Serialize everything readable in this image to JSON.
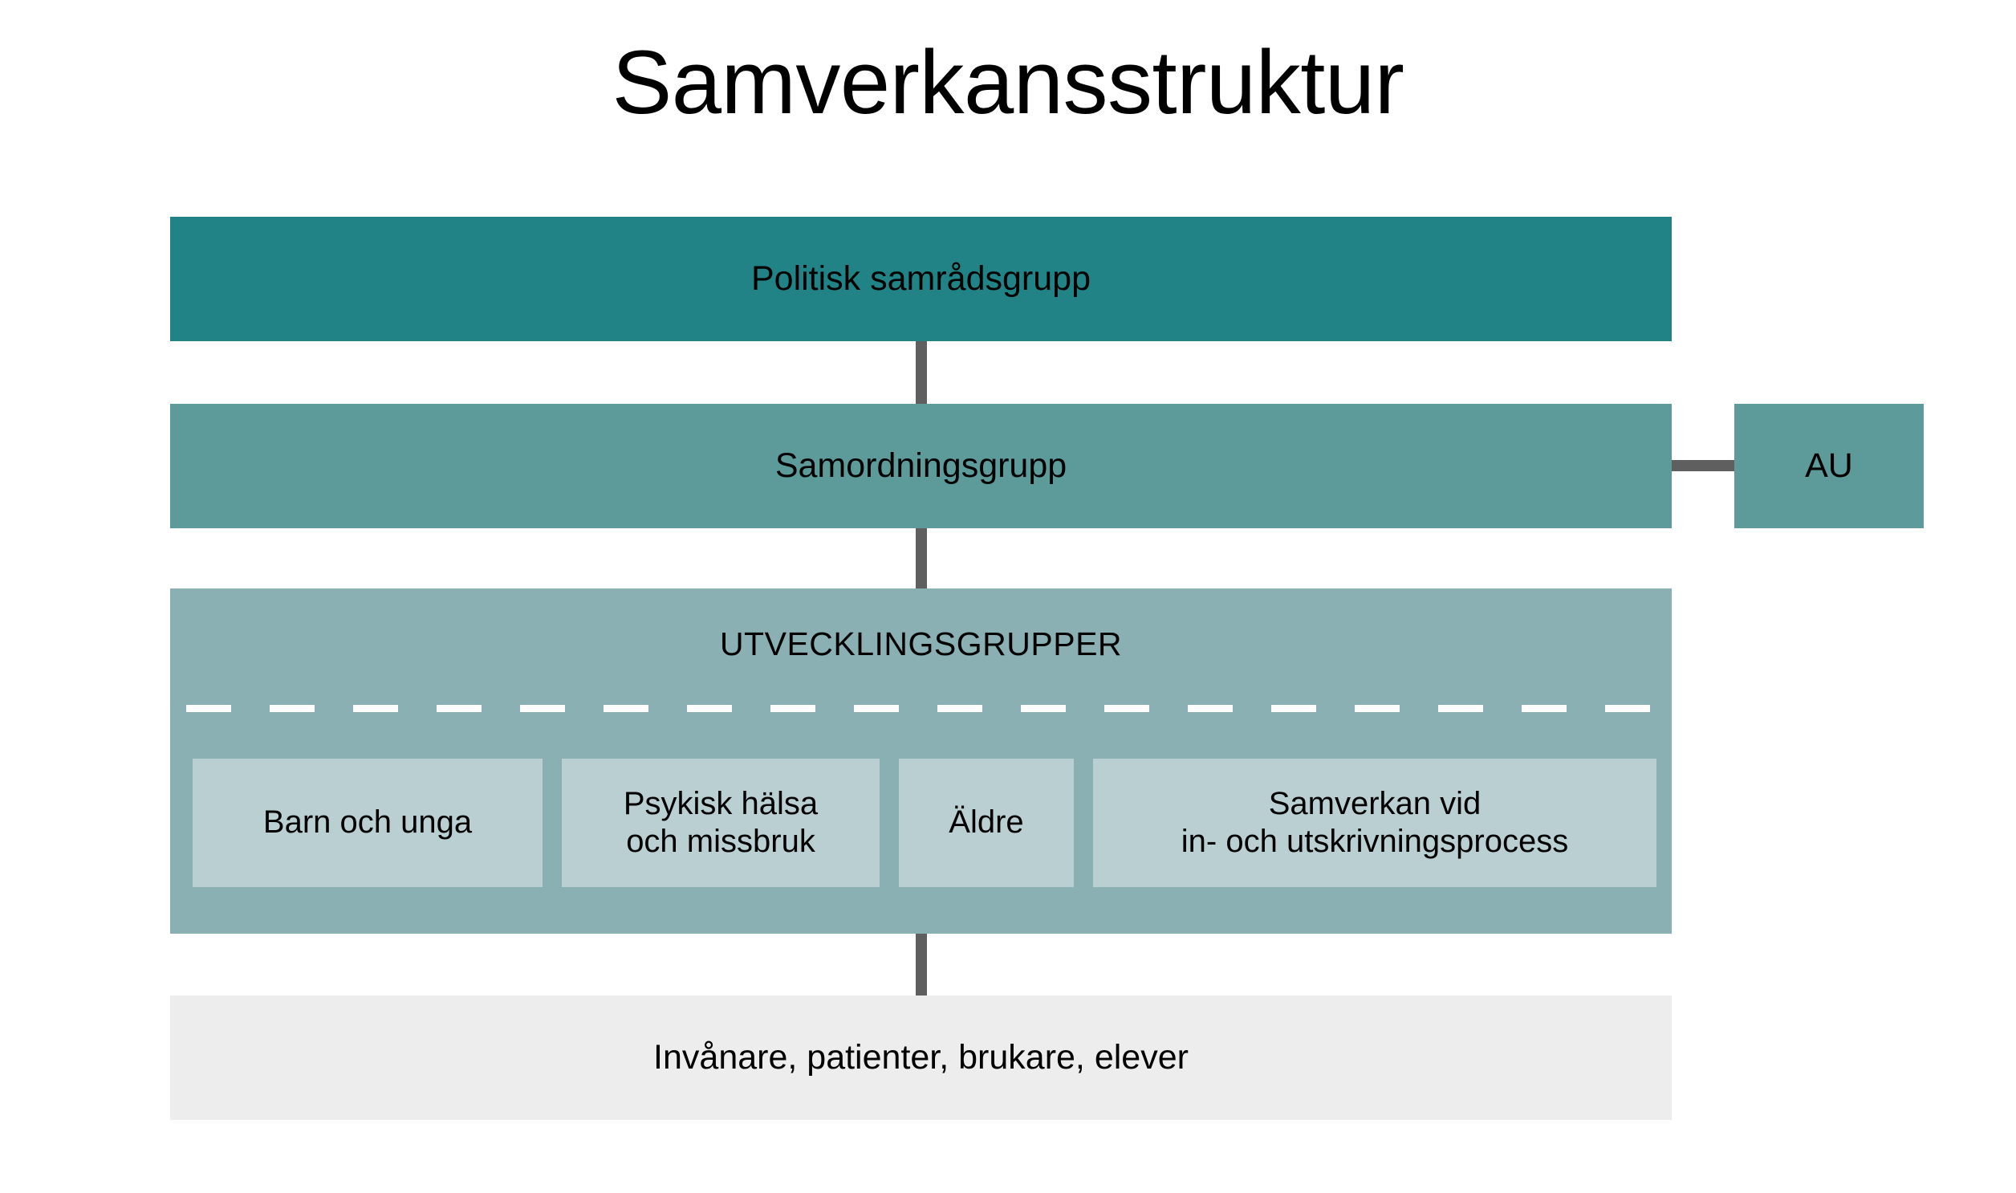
{
  "page": {
    "title": "Samverkansstruktur",
    "background_color": "#FFFFFF"
  },
  "colors": {
    "level_1": "#218385",
    "level_2": "#5D9A9A",
    "level_3": "#8AB0B3",
    "subgroup": "#BACFD2",
    "level_4": "#EDEDED",
    "connector": "#5F5F5F",
    "dashed_line": "#FFFFFF",
    "text": "#000000"
  },
  "diagram": {
    "type": "organizational-hierarchy",
    "levels": [
      {
        "id": "political",
        "label": "Politisk samrådsgrupp",
        "color": "#218385"
      },
      {
        "id": "coordination",
        "label": "Samordningsgrupp",
        "color": "#5D9A9A"
      },
      {
        "id": "development-groups",
        "label": "UTVECKLINGSGRUPPER",
        "color": "#8AB0B3",
        "subgroups": [
          {
            "id": "children-youth",
            "label": "Barn och unga"
          },
          {
            "id": "mental-health-substance-abuse",
            "label": "Psykisk hälsa\noch missbruk",
            "line1": "Psykisk hälsa",
            "line2": "och missbruk"
          },
          {
            "id": "elderly",
            "label": "Äldre"
          },
          {
            "id": "admission-discharge",
            "label": "Samverkan vid\nin- och utskrivningsprocess",
            "line1": "Samverkan vid",
            "line2": "in- och utskrivningsprocess"
          }
        ]
      },
      {
        "id": "citizens",
        "label": "Invånare, patienter, brukare, elever",
        "color": "#EDEDED"
      }
    ],
    "side_node": {
      "id": "au",
      "label": "AU",
      "color": "#5D9A9A",
      "attached_to": "coordination"
    },
    "connectors": [
      {
        "id": "political-to-coordination",
        "from": "political",
        "to": "coordination",
        "orientation": "vertical"
      },
      {
        "id": "coordination-to-development-groups",
        "from": "coordination",
        "to": "development-groups",
        "orientation": "vertical"
      },
      {
        "id": "development-groups-to-citizens",
        "from": "development-groups",
        "to": "citizens",
        "orientation": "vertical"
      },
      {
        "id": "coordination-to-au",
        "from": "coordination",
        "to": "au",
        "orientation": "horizontal"
      }
    ]
  }
}
